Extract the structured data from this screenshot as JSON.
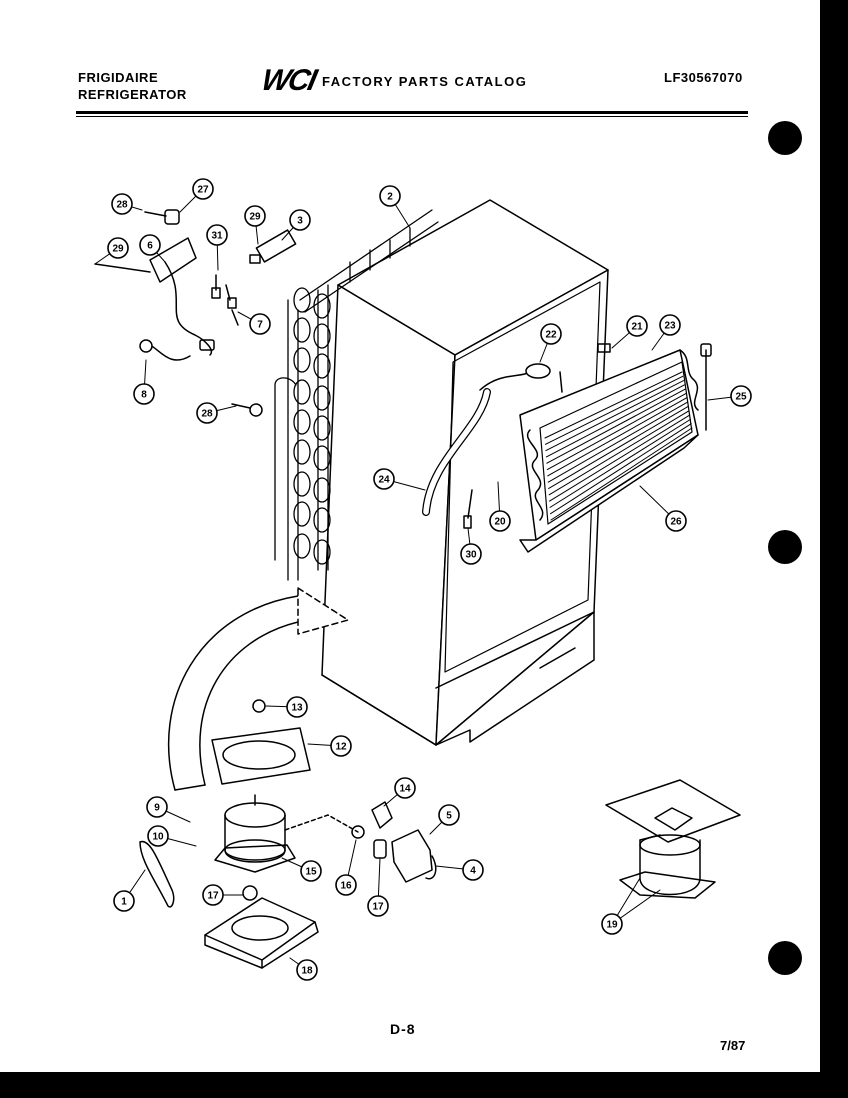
{
  "header": {
    "brand_line1": "FRIGIDAIRE",
    "brand_line2": "REFRIGERATOR",
    "logo": "WCI",
    "catalog_title": "FACTORY PARTS CATALOG",
    "part_number": "LF30567070"
  },
  "footer": {
    "page_number": "D-8",
    "date": "7/87"
  },
  "callouts": [
    "28",
    "27",
    "29",
    "6",
    "31",
    "29",
    "3",
    "2",
    "7",
    "8",
    "28",
    "22",
    "21",
    "23",
    "25",
    "24",
    "20",
    "30",
    "26",
    "13",
    "12",
    "14",
    "9",
    "5",
    "10",
    "4",
    "15",
    "16",
    "17",
    "1",
    "17",
    "18",
    "19"
  ]
}
